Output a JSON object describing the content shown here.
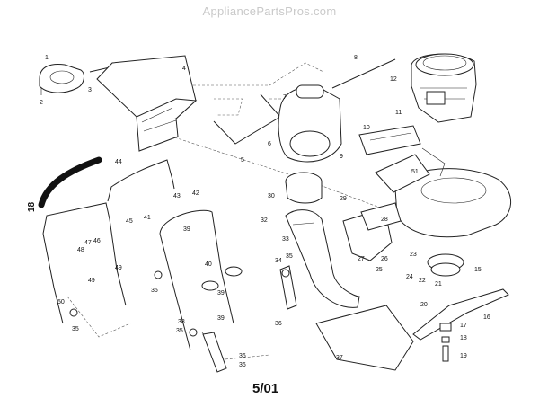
{
  "watermark": "AppliancePartsPros.com",
  "footer": "5/01",
  "rotated_label": "18",
  "callouts": [
    "1",
    "2",
    "3",
    "4",
    "5",
    "6",
    "7",
    "8",
    "9",
    "10",
    "11",
    "12",
    "15",
    "16",
    "17",
    "18",
    "19",
    "20",
    "21",
    "22",
    "23",
    "24",
    "25",
    "26",
    "27",
    "28",
    "29",
    "30",
    "32",
    "33",
    "34",
    "35",
    "35",
    "35",
    "35",
    "36",
    "36",
    "36",
    "37",
    "38",
    "39",
    "39",
    "39",
    "40",
    "41",
    "42",
    "43",
    "44",
    "45",
    "46",
    "47",
    "48",
    "49",
    "49",
    "50",
    "51"
  ]
}
